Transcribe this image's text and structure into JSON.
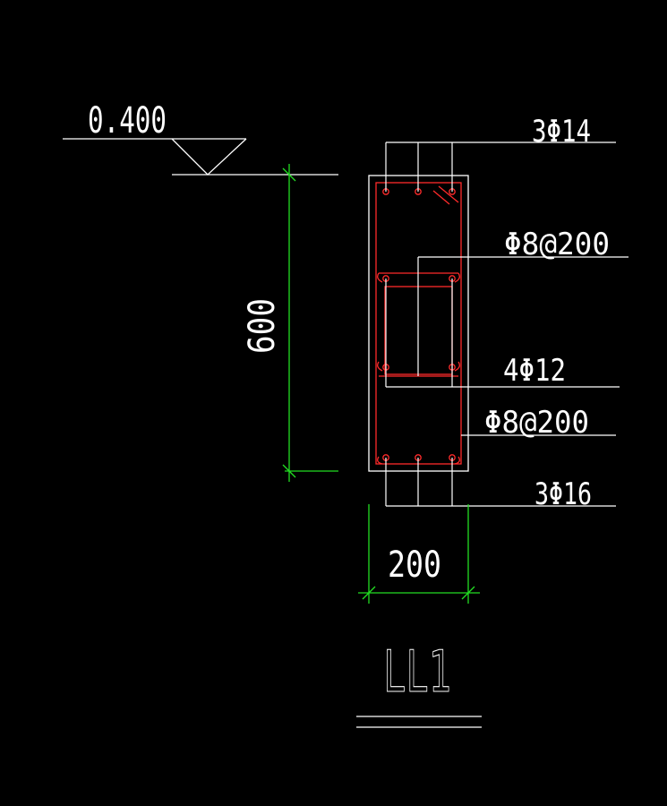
{
  "colors": {
    "background": "#000000",
    "linework": "#ffffff",
    "rebar": "#ff2a2a",
    "dimension": "#22dd22"
  },
  "elevation": {
    "value": "0.400"
  },
  "dimensions": {
    "height": "600",
    "width": "200"
  },
  "callouts": {
    "top_bars": "3Φ14",
    "stirrup_upper": "Φ8@200",
    "waist_bars": "4Φ12",
    "stirrup_lower": "Φ8@200",
    "bottom_bars": "3Φ16"
  },
  "section_title": "LL1"
}
